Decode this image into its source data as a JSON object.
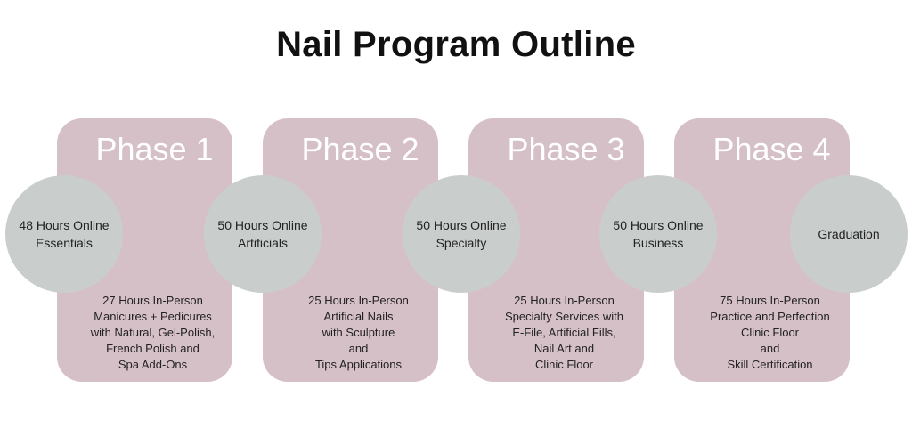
{
  "title": "Nail Program Outline",
  "colors": {
    "card": "#d6c0c8",
    "circle": "#c9cecd",
    "card_title_text": "#ffffff"
  },
  "phases": [
    {
      "label": "Phase 1",
      "online": "48 Hours Online\nEssentials",
      "in_person": "27 Hours In-Person\nManicures + Pedicures\nwith Natural, Gel-Polish,\nFrench Polish and\nSpa Add-Ons"
    },
    {
      "label": "Phase 2",
      "online": "50 Hours Online\nArtificials",
      "in_person": "25 Hours In-Person\nArtificial Nails\nwith Sculpture\nand\nTips Applications"
    },
    {
      "label": "Phase 3",
      "online": "50 Hours Online\nSpecialty",
      "in_person": "25 Hours In-Person\nSpecialty Services with\nE-File, Artificial Fills,\nNail Art and\nClinic Floor"
    },
    {
      "label": "Phase 4",
      "online": "50 Hours Online\nBusiness",
      "in_person": "75 Hours In-Person\nPractice and Perfection\nClinic Floor\nand\nSkill Certification"
    }
  ],
  "final_step": "Graduation"
}
